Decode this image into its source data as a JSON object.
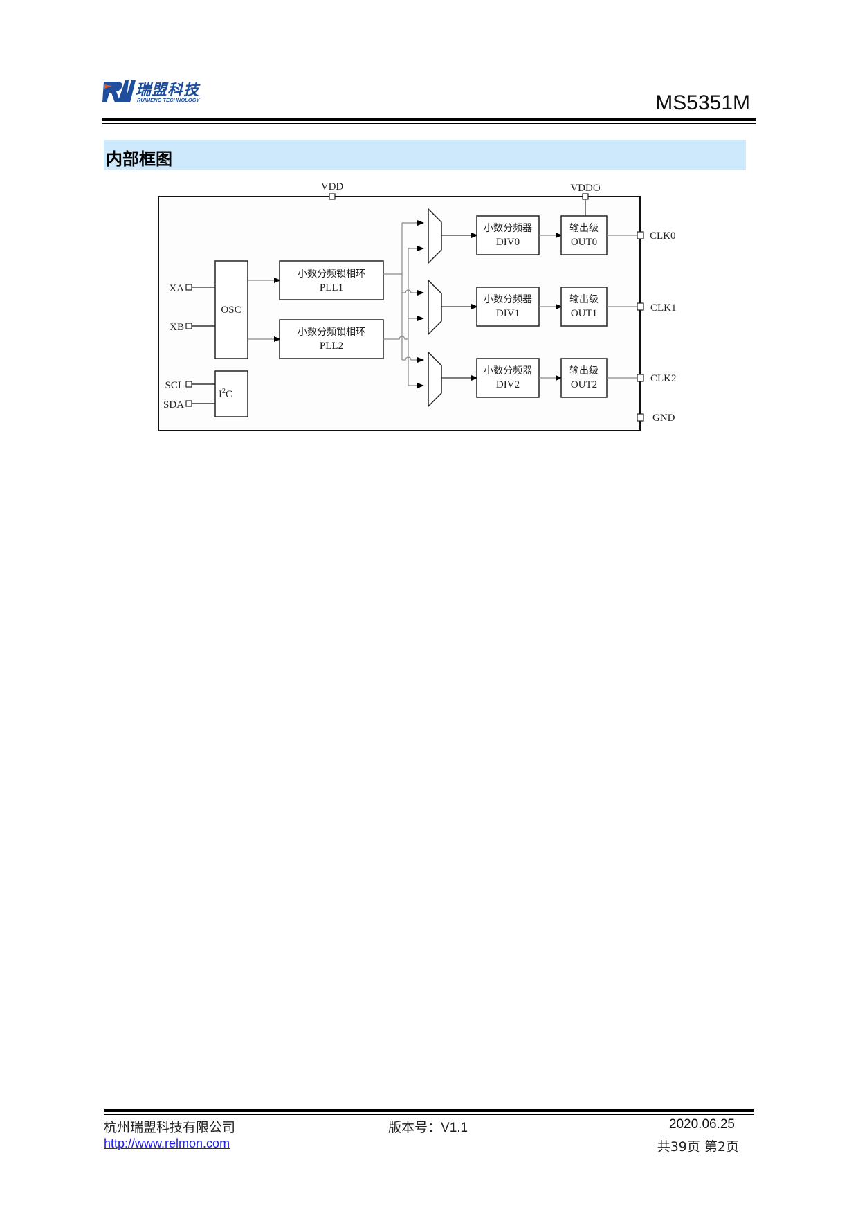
{
  "header": {
    "logo": {
      "chinese": "瑞盟科技",
      "english": "RUIMENG TECHNOLOGY",
      "brand_color": "#1f4e9e",
      "accent_color": "#e8541c"
    },
    "doc_title": "MS5351M"
  },
  "section": {
    "title": "内部框图",
    "band_color": "#cde9fb"
  },
  "diagram": {
    "power_pins": {
      "vdd": "VDD",
      "vddo": "VDDO"
    },
    "input_pins": {
      "xa": "XA",
      "xb": "XB",
      "scl": "SCL",
      "sda": "SDA"
    },
    "output_pins": {
      "clk0": "CLK0",
      "clk1": "CLK1",
      "clk2": "CLK2",
      "gnd": "GND"
    },
    "blocks": {
      "osc": "OSC",
      "i2c_base": "I",
      "i2c_sup": "2",
      "i2c_tail": "C",
      "pll1": {
        "cn": "小数分频锁相环",
        "en": "PLL1"
      },
      "pll2": {
        "cn": "小数分频锁相环",
        "en": "PLL2"
      },
      "div0": {
        "cn": "小数分频器",
        "en": "DIV0"
      },
      "div1": {
        "cn": "小数分频器",
        "en": "DIV1"
      },
      "div2": {
        "cn": "小数分频器",
        "en": "DIV2"
      },
      "out0": {
        "cn": "输出级",
        "en": "OUT0"
      },
      "out1": {
        "cn": "输出级",
        "en": "OUT1"
      },
      "out2": {
        "cn": "输出级",
        "en": "OUT2"
      }
    }
  },
  "footer": {
    "company": "杭州瑞盟科技有限公司",
    "url": "http://www.relmon.com",
    "version_label": "版本号：",
    "version_value": "V1.1",
    "date": "2020.06.25",
    "pages": "共39页 第2页"
  }
}
